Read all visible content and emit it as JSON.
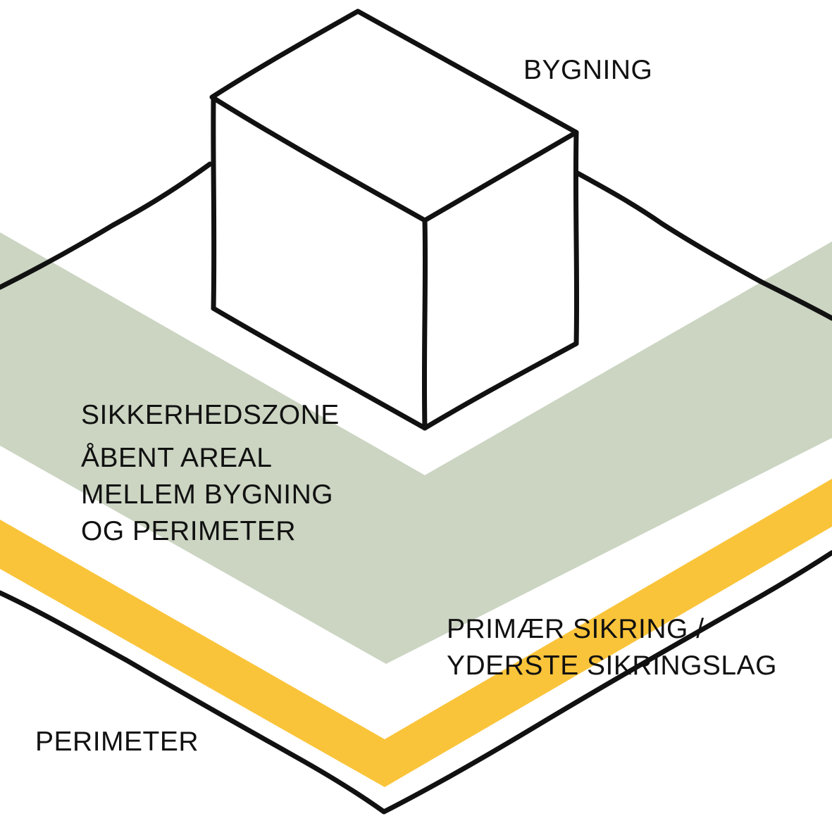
{
  "colors": {
    "safety_zone": "#CBD5C2",
    "primary_barrier": "#FAC43A",
    "ink": "#111111",
    "background": "#FFFFFF"
  },
  "labels": {
    "building": "BYGNING",
    "safety_zone_title": "SIKKERHEDSZONE",
    "safety_zone_line1": "ÅBENT AREAL",
    "safety_zone_line2": "MELLEM BYGNING",
    "safety_zone_line3": "OG PERIMETER",
    "primary_line1": "PRIMÆR SIKRING /",
    "primary_line2": "YDERSTE SIKRINGSLAG",
    "perimeter": "PERIMETER"
  }
}
